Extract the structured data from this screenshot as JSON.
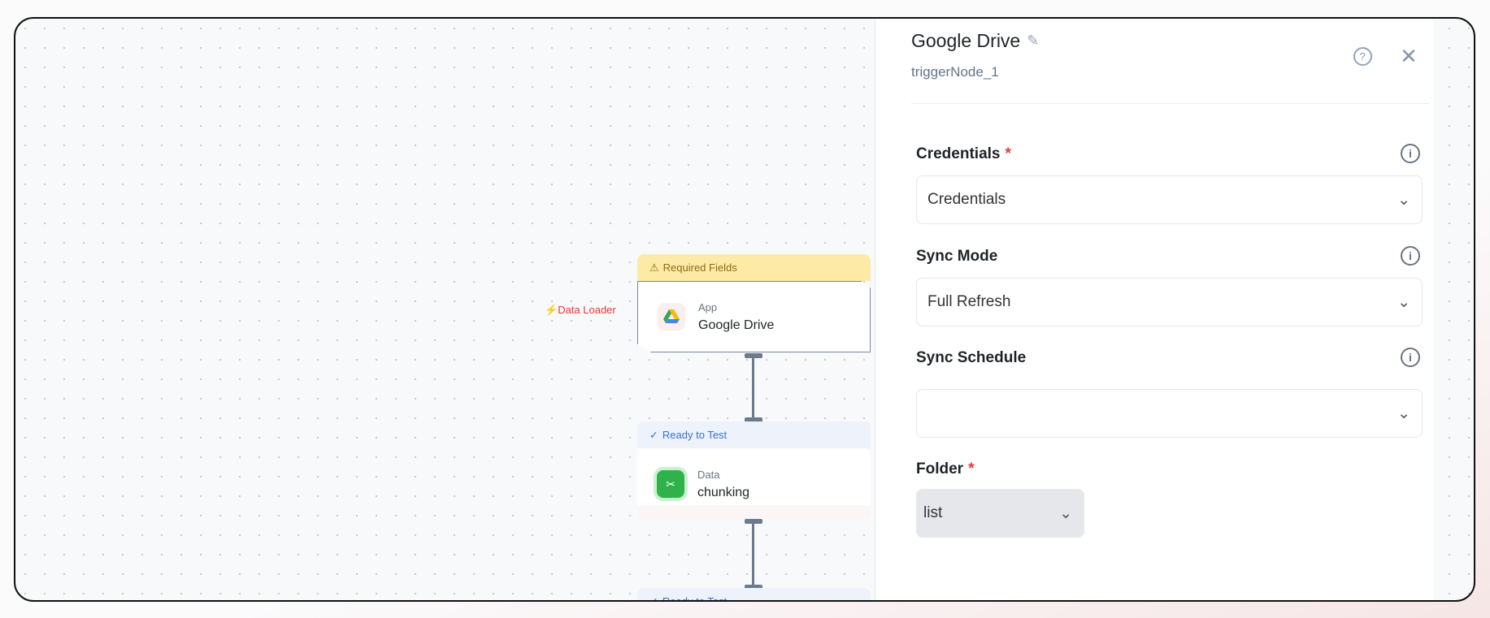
{
  "canvas": {
    "trigger_label": "Data Loader",
    "nodes": [
      {
        "status": "Required Fields",
        "type": "App",
        "name": "Google Drive"
      },
      {
        "status": "Ready to Test",
        "type": "Data",
        "name": "chunking"
      },
      {
        "status": "Ready to Test"
      }
    ]
  },
  "panel": {
    "title": "Google Drive",
    "node_id": "triggerNode_1",
    "fields": [
      {
        "label": "Credentials",
        "required": "*",
        "value": "Credentials"
      },
      {
        "label": "Sync Mode",
        "value": "Full Refresh"
      },
      {
        "label": "Sync Schedule",
        "value": ""
      },
      {
        "label": "Folder",
        "required": "*",
        "value": "list"
      }
    ]
  },
  "colors": {
    "required": "#e53935",
    "warning_bg": "#fdeaa7",
    "ready_bg": "#edf2fb",
    "accent_blue": "#3b6fd8"
  }
}
